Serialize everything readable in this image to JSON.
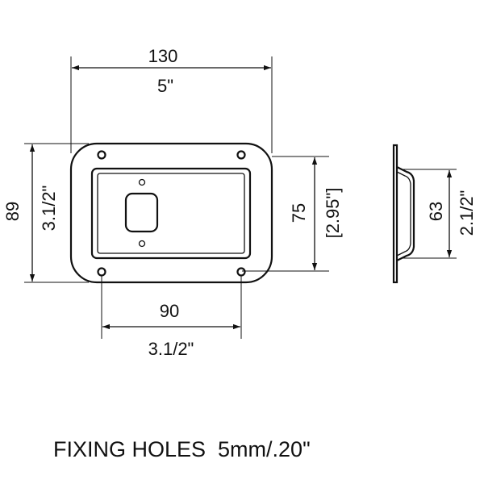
{
  "dimensions": {
    "width_mm": "130",
    "width_in": "5\"",
    "height_mm": "89",
    "height_in": "3.1/2\"",
    "inner_height_mm": "75",
    "inner_height_in": "[2.95\"]",
    "hole_spacing_mm": "90",
    "hole_spacing_in": "3.1/2\"",
    "depth_mm": "63",
    "depth_in": "2.1/2\""
  },
  "caption": "FIXING HOLES  5mm/.20\""
}
